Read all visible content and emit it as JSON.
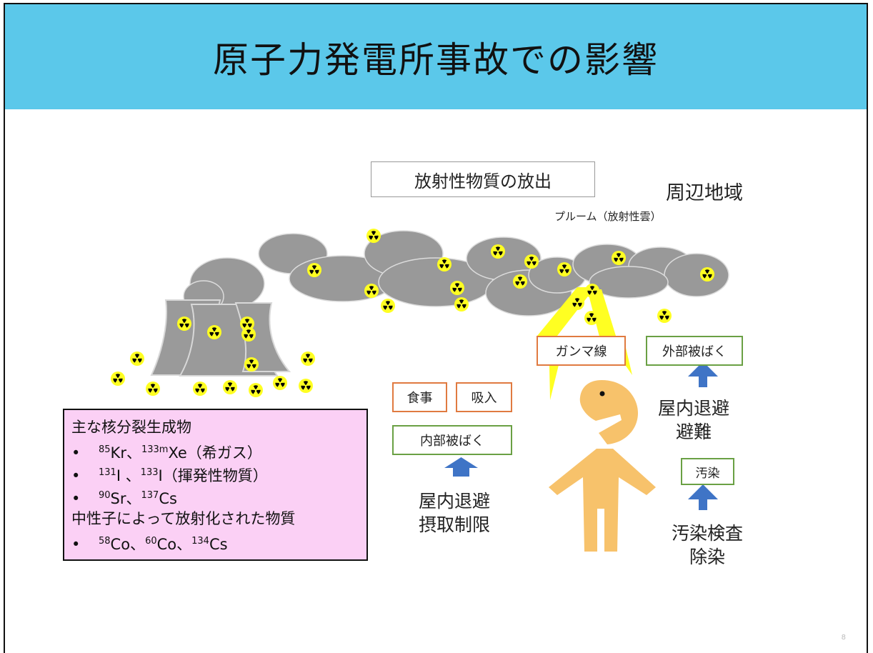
{
  "title": "原子力発電所事故での影響",
  "release_label": "放射性物質の放出",
  "region_label": "周辺地域",
  "plume_label": "プルーム（放射性雲）",
  "gamma_label": "ガンマ線",
  "external_label": "外部被ばく",
  "external_measures": [
    "屋内退避",
    "避難"
  ],
  "contamination_label": "汚染",
  "contamination_measures": [
    "汚染検査",
    "除染"
  ],
  "meal_label": "食事",
  "inhale_label": "吸入",
  "internal_label": "内部被ばく",
  "internal_measures": [
    "屋内退避",
    "摂取制限"
  ],
  "fission_box": {
    "heading": "主な核分裂生成物",
    "items": [
      {
        "bullet": "•",
        "n1": "85",
        "e1": "Kr、",
        "n2": "133m",
        "e2": "Xe（希ガス）"
      },
      {
        "bullet": "•",
        "n1": "131",
        "e1": "I 、",
        "n2": "133",
        "e2": "I（揮発性物質）"
      },
      {
        "bullet": "•",
        "n1": "90",
        "e1": "Sr、",
        "n2": "137",
        "e2": "Cs"
      }
    ],
    "activated_heading": "中性子によって放射化された物質",
    "activated_item": {
      "bullet": "•",
      "n1": "58",
      "e1": "Co、",
      "n2": "60",
      "e2": "Co、",
      "n3": "134",
      "e3": "Cs"
    }
  },
  "page_number": "8",
  "colors": {
    "header": "#5bc8ea",
    "cloud": "#999999",
    "plant": "#9a9a9a",
    "trefoil": "#ffff22",
    "person": "#f7c26b",
    "arrow": "#3f74c6",
    "orange_border": "#e07a40",
    "green_border": "#6aa044",
    "fission_bg": "#fbd0f5"
  },
  "icons": [
    "radiation-icon",
    "up-arrow-icon",
    "lightning-icon",
    "person-icon",
    "cloud-icon",
    "cooling-tower-icon"
  ]
}
